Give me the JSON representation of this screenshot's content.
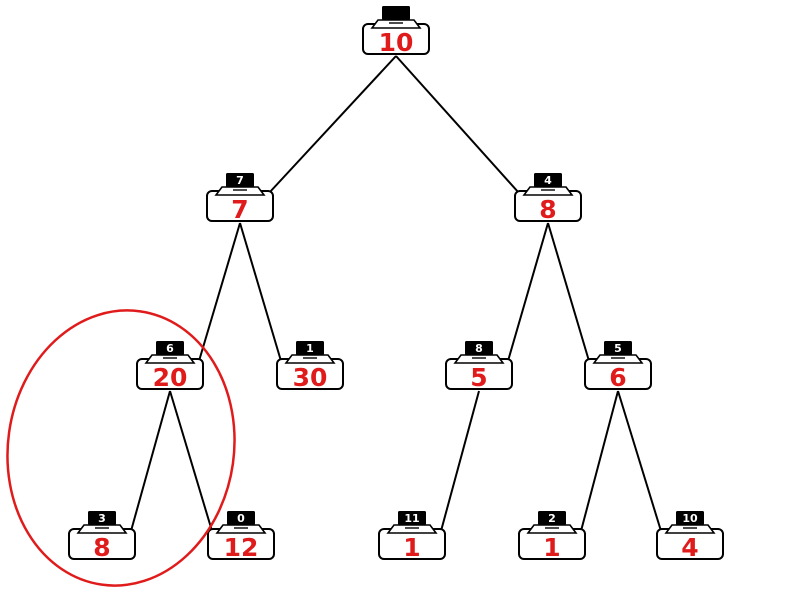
{
  "colors": {
    "value_text": "#e01b1b",
    "outline": "#000000",
    "highlight_circle": "#e01b1b",
    "background": "#ffffff"
  },
  "icon": "laptop-icon",
  "nodes": [
    {
      "key": "n0",
      "id_label": "",
      "value": "10"
    },
    {
      "key": "n1",
      "id_label": "7",
      "value": "7"
    },
    {
      "key": "n2",
      "id_label": "4",
      "value": "8"
    },
    {
      "key": "n3",
      "id_label": "6",
      "value": "20"
    },
    {
      "key": "n4",
      "id_label": "1",
      "value": "30"
    },
    {
      "key": "n5",
      "id_label": "8",
      "value": "5"
    },
    {
      "key": "n6",
      "id_label": "5",
      "value": "6"
    },
    {
      "key": "n7",
      "id_label": "3",
      "value": "8"
    },
    {
      "key": "n8",
      "id_label": "0",
      "value": "12"
    },
    {
      "key": "n9",
      "id_label": "11",
      "value": "1"
    },
    {
      "key": "n10",
      "id_label": "2",
      "value": "1"
    },
    {
      "key": "n11",
      "id_label": "10",
      "value": "4"
    }
  ],
  "edges": [
    [
      "n0",
      "n1"
    ],
    [
      "n0",
      "n2"
    ],
    [
      "n1",
      "n3"
    ],
    [
      "n1",
      "n4"
    ],
    [
      "n2",
      "n5"
    ],
    [
      "n2",
      "n6"
    ],
    [
      "n3",
      "n7"
    ],
    [
      "n3",
      "n8"
    ],
    [
      "n5",
      "n9"
    ],
    [
      "n6",
      "n10"
    ],
    [
      "n6",
      "n11"
    ]
  ],
  "highlight": {
    "around": [
      "n3",
      "n7"
    ]
  }
}
